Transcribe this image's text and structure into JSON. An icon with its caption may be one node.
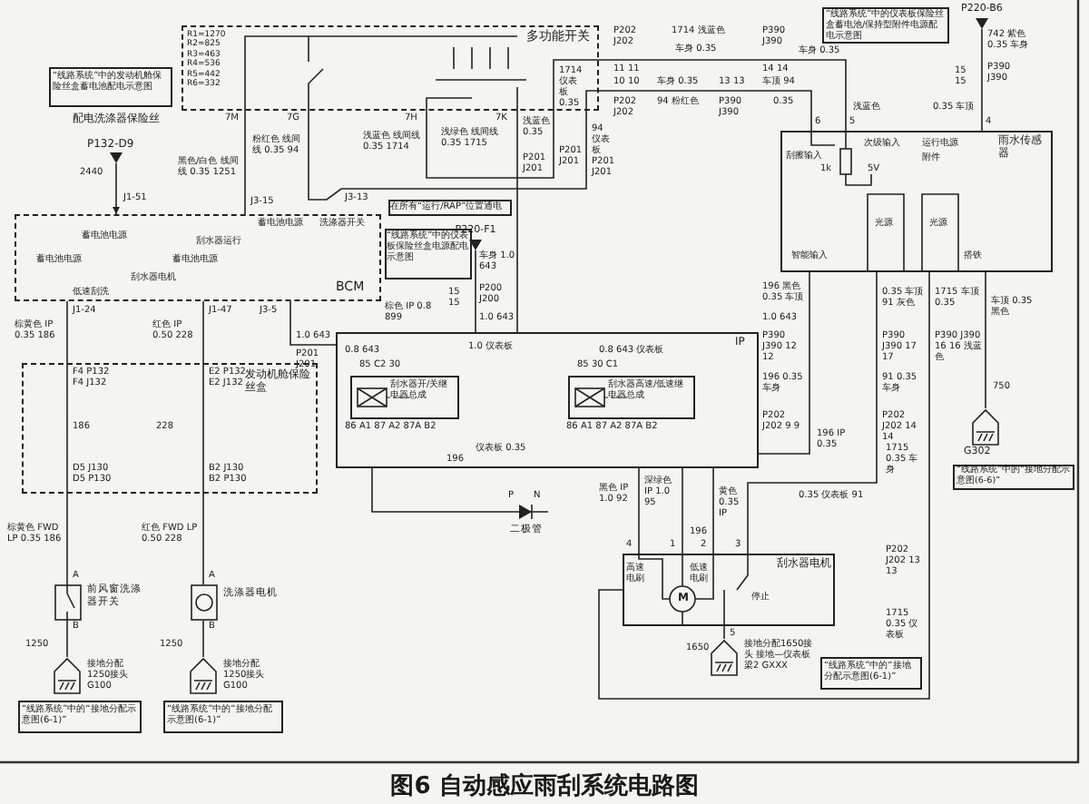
{
  "diagram": {
    "caption": "图6 自动感应雨刮系统电路图",
    "nodes": [
      {
        "text": [
          "R1=1270 R2=825 R3=463 R4=536 R5=442 R6=332",
          "多功能开关"
        ]
      },
      {
        "text": [
          "“线路系统”中的发动机舱保险丝盒蓄电池配电示意图"
        ]
      },
      {
        "text": [
          "配电洗涤器保险丝",
          "P132-D9"
        ]
      },
      {
        "text": [
          "BCM"
        ]
      },
      {
        "text": [
          "发动机舱保险丝盒"
        ]
      },
      {
        "text": [
          "前风窗洗涤器开关"
        ]
      },
      {
        "text": [
          "洗涤器电机"
        ]
      },
      {
        "text": [
          "接地分配1250接头 G100"
        ]
      },
      {
        "text": [
          "接地分配1250接头 G100"
        ]
      },
      {
        "text": [
          "“线路系统”中的“接地分配示意图(6-1)”"
        ]
      },
      {
        "text": [
          "“线路系统”中的“接地分配示意图(6-1)”"
        ]
      },
      {
        "text": [
          "在所有“运行/RAP”位置通电"
        ]
      },
      {
        "text": [
          "“线路系统”中的仪表板保险丝盒电源配电示意图"
        ]
      },
      {
        "text": [
          "P220-F1"
        ]
      },
      {
        "text": [
          "IP"
        ]
      },
      {
        "text": [
          "刮水器开/关继电器总成"
        ],
        "in": 14
      },
      {
        "text": [
          "刮水器高速/低速继电器总成"
        ],
        "in": 14
      },
      {
        "text": [
          "二极管"
        ]
      },
      {
        "text": [
          "雨水传感器"
        ]
      },
      {
        "text": [
          "P220-B6"
        ]
      },
      {
        "text": [
          "“线路系统”中的仪表板保险丝盒蓄电池/保持型附件电源配电示意图"
        ]
      },
      {
        "text": [
          "刮水器电机"
        ]
      },
      {
        "text": [
          "接地分配1650接头 接地—仪表板梁2 GXXX"
        ]
      },
      {
        "text": [
          "“线路系统”中的“接地分配示意图(6-1)”"
        ]
      },
      {
        "text": [
          "G302"
        ]
      },
      {
        "text": [
          "“线路系统”中的“接地分配示意图(6-6)”"
        ]
      }
    ],
    "edges": [
      {
        "from": 2,
        "to": 3,
        "arrow": "to"
      },
      {
        "from": 0,
        "to": 3,
        "arrow": "none"
      },
      {
        "from": 0,
        "to": 18,
        "arrow": "none"
      },
      {
        "from": 0,
        "to": 18,
        "arrow": "none"
      },
      {
        "from": 0,
        "to": 14,
        "arrow": "none"
      },
      {
        "from": 3,
        "to": 4,
        "arrow": "none"
      },
      {
        "from": 3,
        "to": 4,
        "arrow": "none"
      },
      {
        "from": 4,
        "to": 5,
        "arrow": "none"
      },
      {
        "from": 4,
        "to": 6,
        "arrow": "none"
      },
      {
        "from": 5,
        "to": 7,
        "arrow": "none"
      },
      {
        "from": 6,
        "to": 8,
        "arrow": "none"
      },
      {
        "from": 3,
        "to": 14,
        "arrow": "none"
      },
      {
        "from": 13,
        "to": 14,
        "arrow": "none"
      },
      {
        "from": 19,
        "to": 18,
        "arrow": "none"
      },
      {
        "from": 18,
        "to": 14,
        "arrow": "none"
      },
      {
        "from": 18,
        "to": 21,
        "arrow": "none"
      },
      {
        "from": 18,
        "to": 21,
        "arrow": "none"
      },
      {
        "from": 18,
        "to": 24,
        "arrow": "none"
      },
      {
        "from": 14,
        "to": 21,
        "arrow": "none"
      },
      {
        "from": 14,
        "to": 21,
        "arrow": "none"
      },
      {
        "from": 14,
        "to": 21,
        "arrow": "none"
      },
      {
        "from": 21,
        "to": 22,
        "arrow": "none"
      },
      {
        "from": 14,
        "to": 17,
        "arrow": "none"
      }
    ],
    "labels": [
      "7M",
      "7G",
      "7H",
      "7K",
      "黑色/白色 线间线 0.35 1251",
      "粉红色 线间线 0.35 94",
      "浅蓝色 线间线 0.35 1714",
      "浅绿色 线间线 0.35 1715",
      "浅蓝色 0.35",
      "P201 J201",
      "1714 仪表板 0.35",
      "P201 J201",
      "94 仪表板",
      "P201 J201",
      "P202 J202",
      "11 11",
      "1714 浅蓝色",
      "车身 0.35",
      "P390 J390",
      "14 14",
      "车身 0.35",
      "10 10",
      "P202 J202",
      "车身 0.35",
      "94 粉红色",
      "13 13",
      "P390 J390",
      "车顶 94",
      "0.35",
      "浅蓝色",
      "6",
      "5",
      "742 紫色 0.35 车身",
      "15 15",
      "P390 J390",
      "0.35 车顶",
      "4",
      "2440",
      "J1-51",
      "J3-15",
      "J3-13",
      "蓄电池电源",
      "刮水器运行",
      "蓄电池电源",
      "洗涤器开关",
      "蓄电池电源",
      "蓄电池电源",
      "刮水器电机",
      "低速刮洗",
      "J1-24",
      "J1-47",
      "J3-5",
      "1.0 643",
      "P201 J201",
      "棕黄色 IP 0.35 186",
      "红色 IP 0.50 228",
      "F4 P132 F4 J132",
      "E2 P132 E2 J132",
      "186",
      "228",
      "D5 J130 D5 P130",
      "B2 J130 B2 P130",
      "棕黄色 FWD LP 0.35 186",
      "红色 FWD LP 0.50 228",
      "A",
      "B",
      "A",
      "B",
      "1250",
      "1250",
      "棕色 IP 0.8 899",
      "车身 1.0 643",
      "15 15",
      "P200 J200",
      "1.0 643",
      "0.8 643",
      "1.0 仪表板",
      "0.8 643 仪表板",
      "1.0 643",
      "85 C2 30",
      "86 A1 87 A2 87A B2",
      "85 30 C1",
      "86 A1 87 A2 87A B2",
      "仪表板 0.35",
      "196",
      "196 黑色 0.35 车顶",
      "0.35 车顶 91 灰色",
      "1715 车顶 0.35",
      "车顶 0.35 黑色",
      "P390 J390 12 12",
      "P390 J390 17 17",
      "P390 J390 16 16 浅蓝色",
      "196 0.35 车身",
      "91 0.35 车身",
      "P202 J202 9 9",
      "P202 J202 14 14",
      "196 IP 0.35",
      "750",
      "1715 0.35 车身",
      "0.35 仪表板 91",
      "黑色 IP 1.0 92",
      "深绿色 IP 1.0 95",
      "196",
      "黄色 0.35 IP",
      "4",
      "1",
      "2",
      "3",
      "高速电刷",
      "低速电刷",
      "停止",
      "5",
      "1650",
      "P202 J202 13 13",
      "1715 0.35 仪表板",
      "P",
      "N",
      "刮擦输入",
      "次级输入",
      "运行电源",
      "附件",
      "1k",
      "5V",
      "光源",
      "光源",
      "智能输入",
      "搭铁",
      "M"
    ]
  }
}
